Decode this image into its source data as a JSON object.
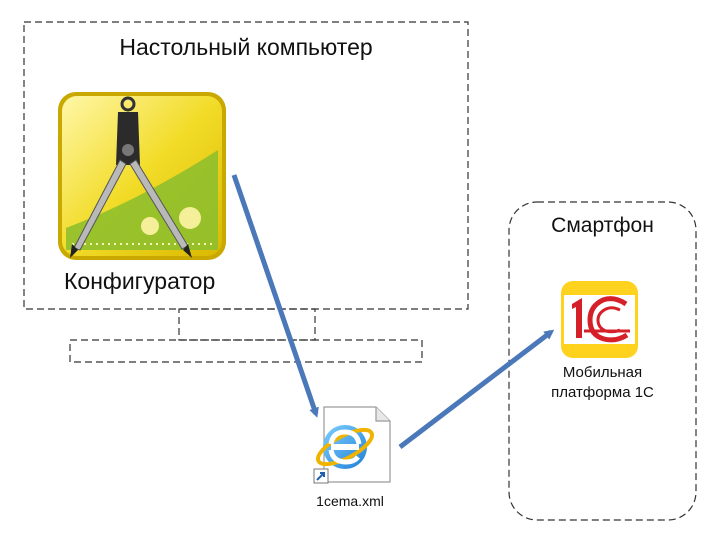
{
  "desktop": {
    "title": "Настольный компьютер",
    "configurator_label": "Конфигуратор",
    "configurator_icon": "compass-icon"
  },
  "smartphone": {
    "title": "Смартфон",
    "platform_label_line1": "Мобильная",
    "platform_label_line2": "платформа 1С",
    "platform_icon": "1c-logo-icon"
  },
  "file": {
    "name": "1cema.xml",
    "icon": "internet-explorer-file-icon"
  },
  "colors": {
    "arrow": "#4a78b8",
    "icon_yellow": "#f2dc28",
    "logo_red": "#d5202a",
    "dashed_border": "#333333"
  }
}
